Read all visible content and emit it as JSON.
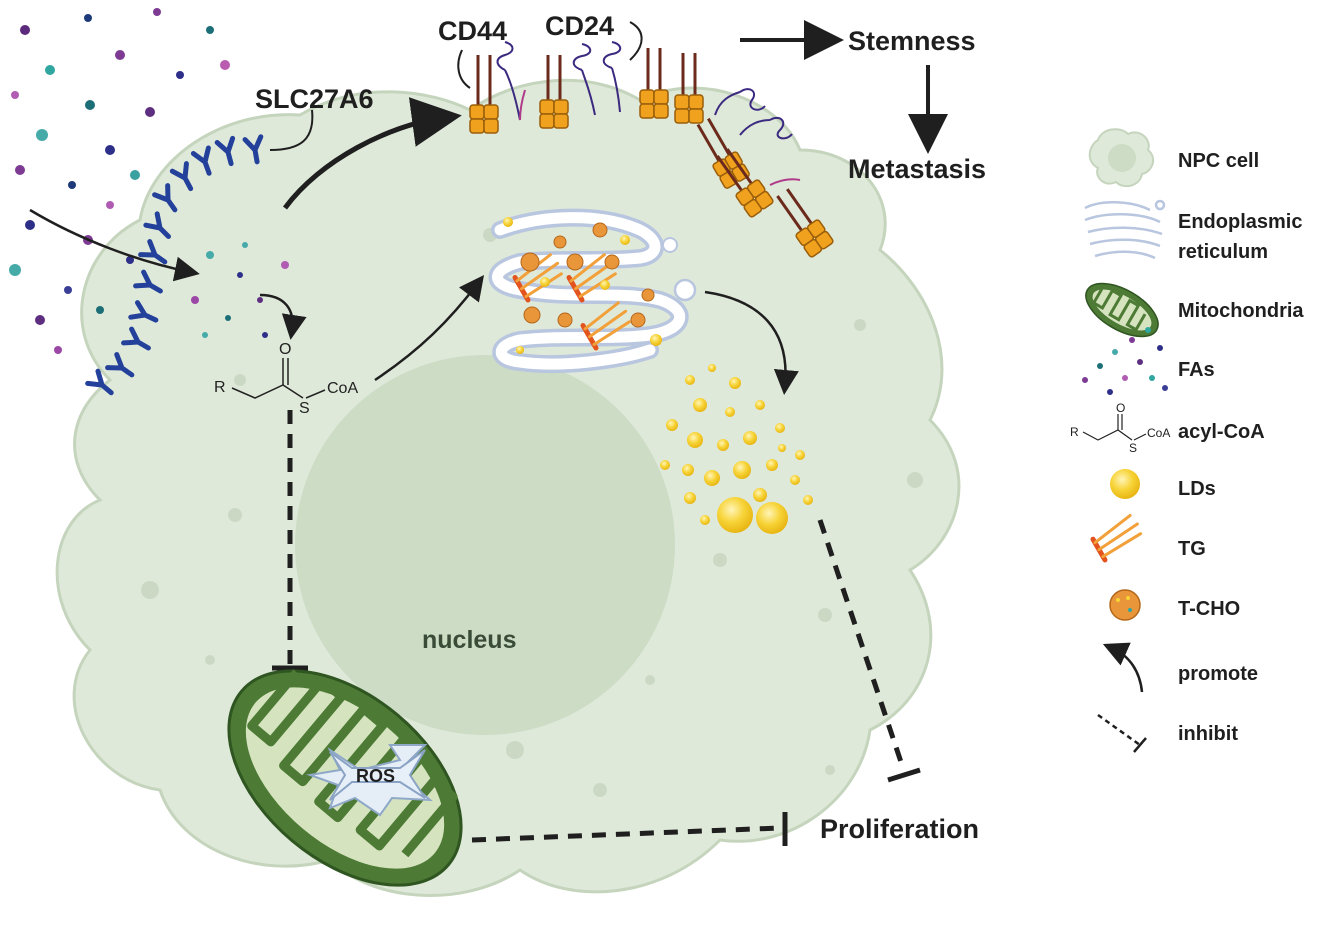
{
  "labels": {
    "slc27a6": "SLC27A6",
    "cd44": "CD44",
    "cd24": "CD24",
    "stemness": "Stemness",
    "metastasis": "Metastasis",
    "nucleus": "nucleus",
    "ros": "ROS",
    "proliferation": "Proliferation"
  },
  "acyl_coa": {
    "r": "R",
    "s": "S",
    "coa": "CoA",
    "o": "O"
  },
  "legend": {
    "npc_cell": "NPC cell",
    "er_line1": "Endoplasmic",
    "er_line2": "reticulum",
    "mitochondria": "Mitochondria",
    "fas": "FAs",
    "acyl_coa": "acyl-CoA",
    "lds": "LDs",
    "tg": "TG",
    "tcho": "T-CHO",
    "promote": "promote",
    "inhibit": "inhibit"
  },
  "colors": {
    "cell_fill": "#dfe9d9",
    "cell_stroke": "#c6d6be",
    "nucleus_fill": "#ccdcc5",
    "receptor": "#23409a",
    "cd44": "#f0a21e",
    "mito_fill": "#4d7a35",
    "ld": "#f7cf2d",
    "tg": "#ee8a1c",
    "tcho": "#e9963a"
  }
}
